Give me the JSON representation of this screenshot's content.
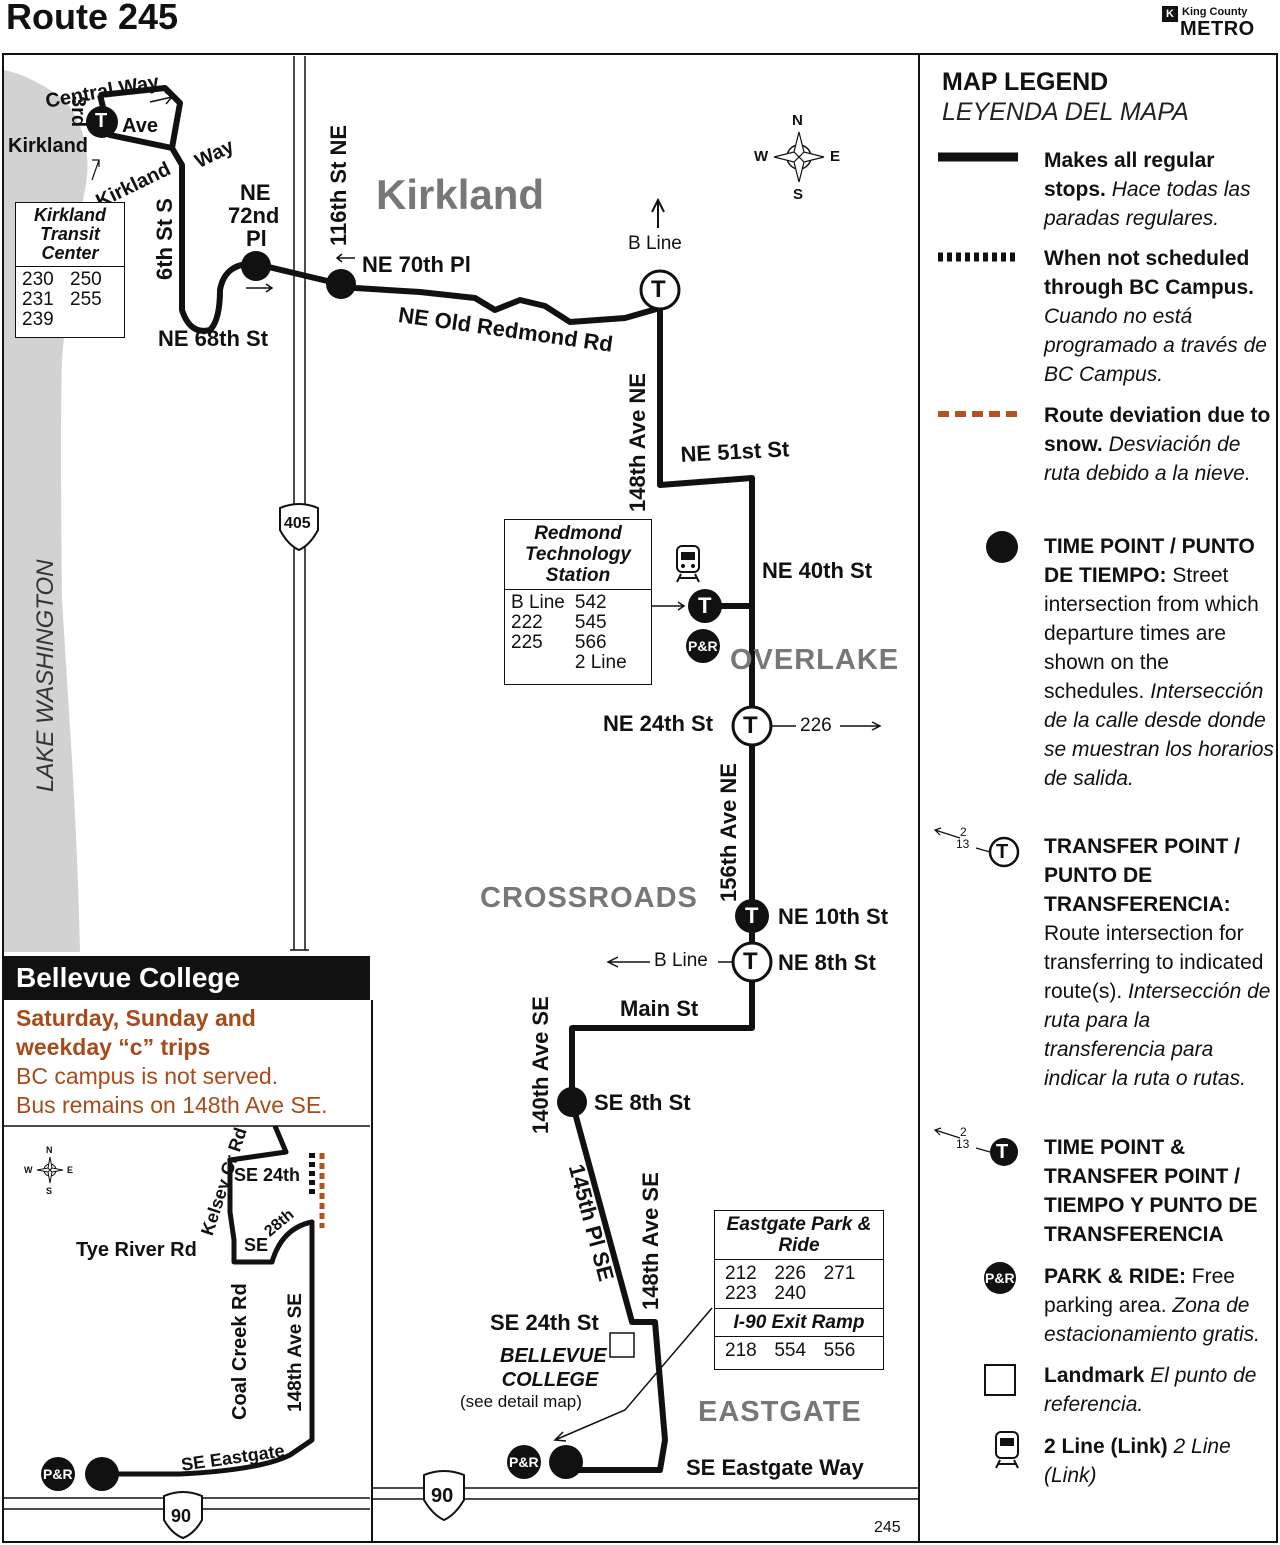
{
  "title": "Route 245",
  "logo": {
    "line1": "King County",
    "line2": "METRO",
    "mark": "K"
  },
  "map": {
    "areas": {
      "kirkland": "Kirkland",
      "overlake": "OVERLAKE",
      "crossroads": "CROSSROADS",
      "eastgate": "EASTGATE",
      "lake": "LAKE WASHINGTON"
    },
    "streets": {
      "central_way": "Central Way",
      "third": "3rd",
      "ave": "Ave",
      "kirkland": "Kirkland",
      "kirkland_way": "Kirkland Way",
      "way": "Way",
      "sixth_st": "6th St S",
      "ne": "NE",
      "seventy_second": "72nd",
      "pl": "Pl",
      "st_116": "116th St NE",
      "ne_70th": "NE 70th Pl",
      "ne_68th": "NE 68th St",
      "old_redmond": "NE Old Redmond Rd",
      "ave_148": "148th Ave NE",
      "ne_51": "NE 51st St",
      "ne_40": "NE 40th St",
      "ne_24": "NE 24th St",
      "ave_156": "156th Ave NE",
      "ne_10": "NE 10th St",
      "ne_8": "NE 8th St",
      "main": "Main St",
      "ave_140": "140th Ave SE",
      "se_8": "SE 8th St",
      "pl_145": "145th Pl SE",
      "ave_148se": "148th Ave SE",
      "se_24": "SE 24th St",
      "bellevue_college": "BELLEVUE COLLEGE",
      "see_detail": "(see detail map)",
      "se_eastgate_way": "SE Eastgate Way",
      "b_line": "B Line",
      "route_226": "226",
      "shield_405": "405",
      "shield_90": "90"
    },
    "boxes": {
      "kirkland_tc": {
        "title": "Kirkland Transit Center",
        "routes": [
          "230",
          "250",
          "231",
          "255",
          "239"
        ]
      },
      "redmond_tech": {
        "title": "Redmond Technology Station",
        "routes_left": [
          "B Line",
          "222",
          "225"
        ],
        "routes_right": [
          "542",
          "545",
          "566",
          "2 Line"
        ]
      },
      "eastgate_pr": {
        "title": "Eastgate Park & Ride",
        "routes": [
          "212",
          "226",
          "271",
          "223",
          "240"
        ],
        "ramp_title": "I-90 Exit Ramp",
        "ramp_routes": [
          "218",
          "554",
          "556"
        ]
      }
    },
    "symbols": {
      "t": "T",
      "pr": "P&R",
      "compass": [
        "N",
        "W",
        "E",
        "S"
      ]
    }
  },
  "detail": {
    "title": "Bellevue College",
    "note_bold": [
      "Saturday, Sunday and",
      "weekday “c” trips"
    ],
    "note": [
      "BC campus is not served.",
      "Bus remains on 148th Ave SE."
    ],
    "streets": {
      "kelsey": "Kelsey Cr Rd",
      "se_24th": "SE 24th",
      "se": "SE",
      "eighth": "28th",
      "tye_river": "Tye River Rd",
      "coal_creek": "Coal Creek Rd",
      "ave_148se": "148th Ave SE",
      "se_eastgate": "SE Eastgate",
      "shield_90": "90"
    }
  },
  "legend": {
    "title": "MAP LEGEND",
    "subtitle": "LEYENDA DEL MAPA",
    "items": [
      {
        "bold": "Makes all regular stops.",
        "italic": "Hace todas las paradas regulares."
      },
      {
        "bold": "When not scheduled through BC Campus.",
        "italic": "Cuando no está programado a través de BC Campus."
      },
      {
        "bold": "Route deviation due to snow.",
        "italic": "Desviación de ruta debido a la nieve."
      },
      {
        "bold": "TIME POINT / PUNTO DE TIEMPO:",
        "text": "Street intersection from which departure times are shown on the schedules.",
        "italic": "Intersección de la calle desde donde se muestran los horarios de salida."
      },
      {
        "bold": "TRANSFER POINT / PUNTO DE TRANSFERENCIA:",
        "text": "Route intersection for transferring to indicated route(s).",
        "italic": "Intersección de ruta para la transferencia para indicar la ruta o rutas."
      },
      {
        "bold": "TIME POINT & TRANSFER POINT / TIEMPO Y PUNTO DE TRANSFERENCIA"
      },
      {
        "bold": "PARK & RIDE:",
        "text": "Free parking area.",
        "italic": "Zona de estacionamiento gratis."
      },
      {
        "bold": "Landmark",
        "italic": "El punto de referencia."
      },
      {
        "bold": "2 Line (Link)",
        "italic": "2 Line (Link)"
      }
    ],
    "sample_routes": [
      "2",
      "13"
    ]
  },
  "footer": {
    "page": "245"
  },
  "colors": {
    "route": "#111111",
    "snow": "#b5531c",
    "lake": "#d2d2d2",
    "area": "#777777"
  }
}
